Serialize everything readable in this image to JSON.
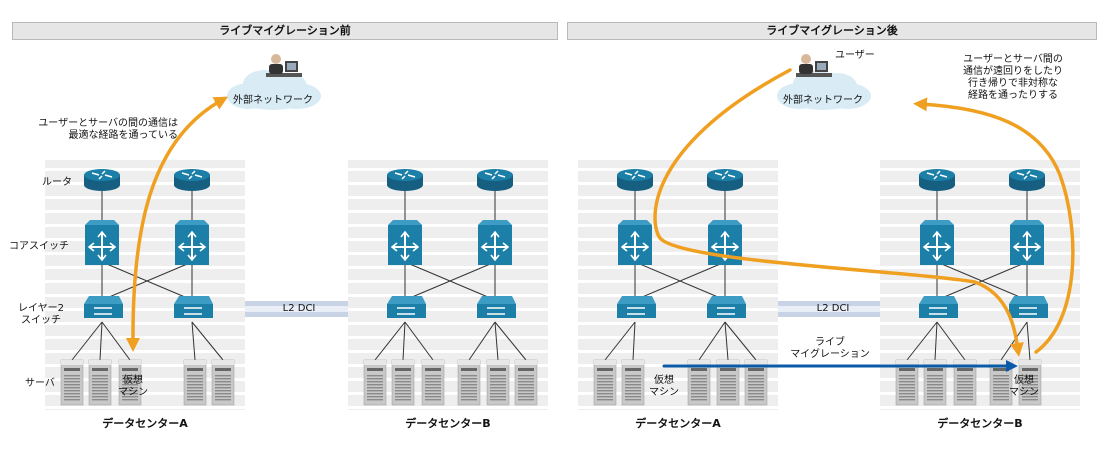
{
  "panels": [
    {
      "title": "ライブマイグレーション前",
      "network_label": "外部ネットワーク",
      "annotation": "ユーザーとサーバの間の通信は\n最適な経路を通っている",
      "row_labels": {
        "router": "ルータ",
        "core": "コアスイッチ",
        "l2": "レイヤー2\nスイッチ",
        "server": "サーバ"
      },
      "vm_label": "仮想\nマシン",
      "dci_label": "L2 DCI",
      "dc_a": "データセンターA",
      "dc_b": "データセンターB"
    },
    {
      "title": "ライブマイグレーション後",
      "network_label": "外部ネットワーク",
      "user_label": "ユーザー",
      "annotation": "ユーザーとサーバ間の\n通信が遠回りをしたり\n行き帰りで非対称な\n経路を通ったりする",
      "migration_label": "ライブ\nマイグレーション",
      "vm_label": "仮想\nマシン",
      "vm_label_b": "仮想\nマシン",
      "dci_label": "L2 DCI",
      "dc_a": "データセンターA",
      "dc_b": "データセンターB"
    }
  ],
  "colors": {
    "device": "#1b7fa8",
    "arrow": "#f0a020",
    "migration": "#0a5aa8",
    "cloud": "#d9ecf6",
    "panel": "#eeeeee"
  }
}
